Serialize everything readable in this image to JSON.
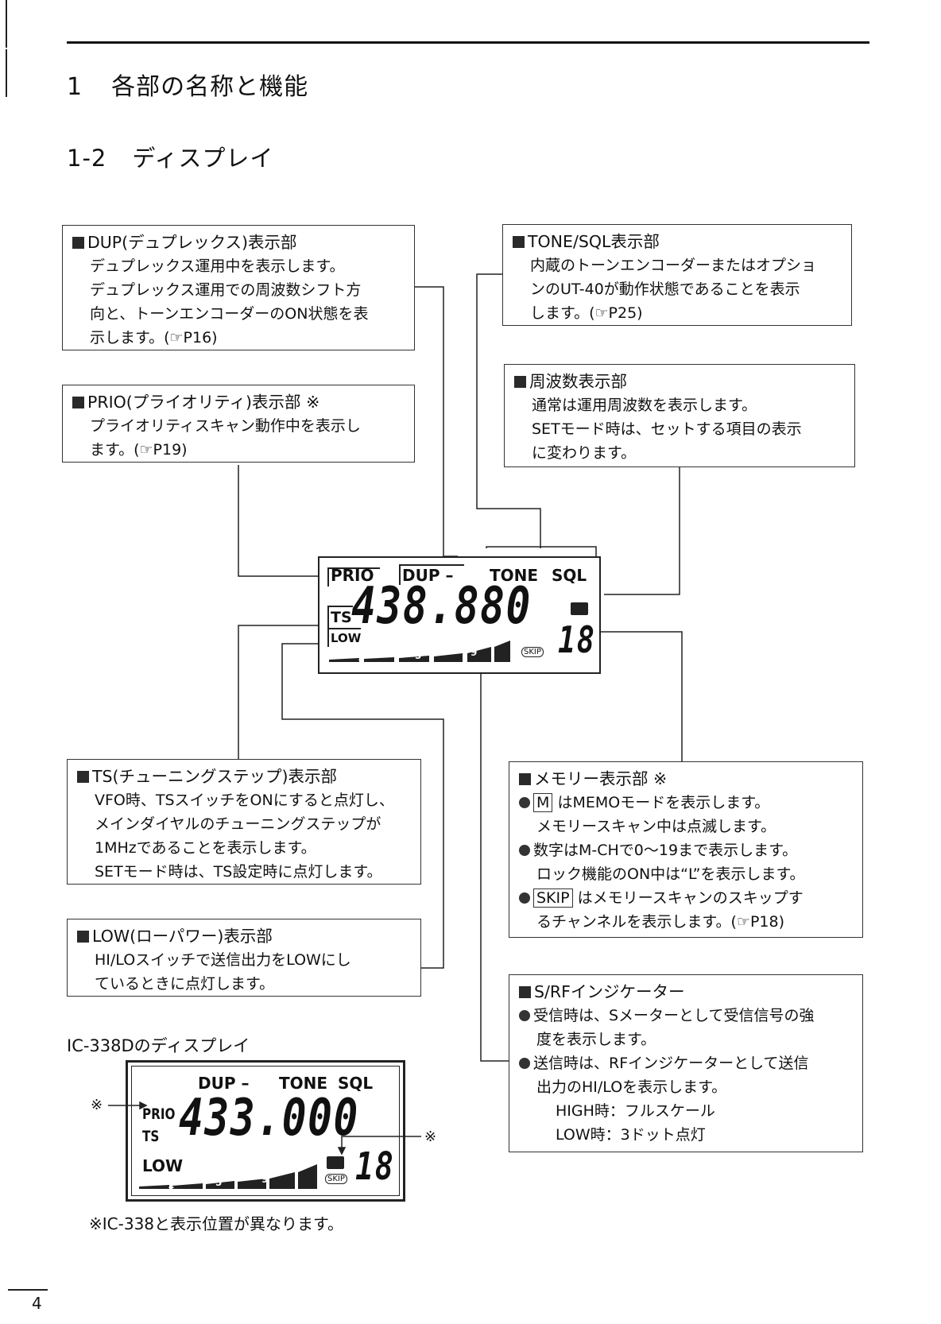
{
  "header": {
    "chapter_number": "1",
    "chapter_title": "各部の名称と機能",
    "section_number": "1-2",
    "section_title": "ディスプレイ"
  },
  "callouts": {
    "dup": {
      "title": "DUP(デュプレックス)表示部",
      "lines": [
        "デュプレックス運用中を表示します。",
        "デュプレックス運用での周波数シフト方",
        "向と、トーンエンコーダーのON状態を表",
        "示します。(☞P16)"
      ]
    },
    "prio": {
      "title": "PRIO(プライオリティ)表示部 ※",
      "lines": [
        "プライオリティスキャン動作中を表示し",
        "ます。(☞P19)"
      ]
    },
    "tone": {
      "title": "TONE/SQL表示部",
      "lines": [
        "内蔵のトーンエンコーダーまたはオプショ",
        "ンのUT-40が動作状態であることを表示",
        "します。(☞P25)"
      ]
    },
    "freq": {
      "title": "周波数表示部",
      "lines": [
        "通常は運用周波数を表示します。",
        "SETモード時は、セットする項目の表示",
        "に変わります。"
      ]
    },
    "ts": {
      "title": "TS(チューニングステップ)表示部",
      "lines": [
        "VFO時、TSスイッチをONにすると点灯し、",
        "メインダイヤルのチューニングステップが",
        "1MHzであることを表示します。",
        "SETモード時は、TS設定時に点灯します。"
      ]
    },
    "low": {
      "title": "LOW(ローパワー)表示部",
      "lines": [
        "HI/LOスイッチで送信出力をLOWにし",
        "ているときに点灯します。"
      ]
    },
    "memory": {
      "title": "メモリー表示部 ※",
      "b1_box": "M",
      "b1_text": "はMEMOモードを表示します。",
      "b1_cont": "メモリースキャン中は点滅します。",
      "b2_text": "数字はM-CHで0〜19まで表示します。",
      "b2_cont": "ロック機能のON中は“L”を表示します。",
      "b3_box": "SKIP",
      "b3_text": "はメモリースキャンのスキップす",
      "b3_cont": "るチャンネルを表示します。(☞P18)"
    },
    "s_rf": {
      "title": "S/RFインジケーター",
      "b1_text": "受信時は、Sメーターとして受信信号の強",
      "b1_cont": "度を表示します。",
      "b2_text": "送信時は、RFインジケーターとして送信",
      "b2_cont": "出力のHI/LOを表示します。",
      "high": "HIGH時：フルスケール",
      "low": "LOW時：3ドット点灯"
    }
  },
  "lcd_main": {
    "prio": "PRIO",
    "dup": "DUP –",
    "tone": "TONE",
    "sql": "SQL",
    "frequency": "438.880",
    "ts": "TS",
    "low": "LOW",
    "meter_1": "1",
    "meter_5": "5",
    "meter_9": "9",
    "skip": "SKIP",
    "memory_channel": "18"
  },
  "lcd_338d": {
    "caption": "IC-338Dのディスプレイ",
    "dup": "DUP –",
    "tone": "TONE",
    "sql": "SQL",
    "note_mark_left": "※",
    "prio": "PRIO",
    "ts": "TS",
    "frequency": "433.000",
    "low": "LOW",
    "meter_1": "1",
    "meter_5": "5",
    "meter_9": "9",
    "skip": "SKIP",
    "memory_channel": "18",
    "note_mark_right": "※",
    "footnote": "※IC-338と表示位置が異なります。"
  },
  "page_number": "4"
}
